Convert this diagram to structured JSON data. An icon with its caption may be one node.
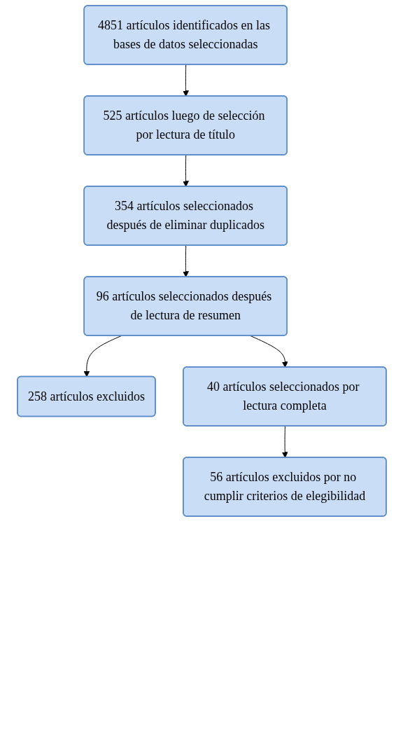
{
  "diagram": {
    "nodes": [
      {
        "text": [
          "4851 artículos identificados en las bases de datos seleccionadas"
        ]
      },
      {
        "text": [
          "525 artículos luego de selección por lectura de título"
        ]
      },
      {
        "text": [
          "354 artículos seleccionados después de eliminar duplicados"
        ]
      },
      {
        "text": [
          "96 artículos seleccionados después de lectura de resumen"
        ]
      },
      {
        "text": [
          "258 artículos excluidos"
        ]
      },
      {
        "text": [
          "40 artículos seleccionados por lectura completa"
        ]
      },
      {
        "text": [
          "56 artículos excluidos por no cumplir criterios de elegibilidad"
        ]
      }
    ],
    "edges": [
      {
        "from": 0,
        "to": 1,
        "arrow": "to"
      },
      {
        "from": 1,
        "to": 2,
        "arrow": "to"
      },
      {
        "from": 2,
        "to": 3,
        "arrow": "to"
      },
      {
        "from": 3,
        "to": 4,
        "arrow": "to"
      },
      {
        "from": 3,
        "to": 5,
        "arrow": "to"
      },
      {
        "from": 5,
        "to": 6,
        "arrow": "to"
      }
    ]
  }
}
